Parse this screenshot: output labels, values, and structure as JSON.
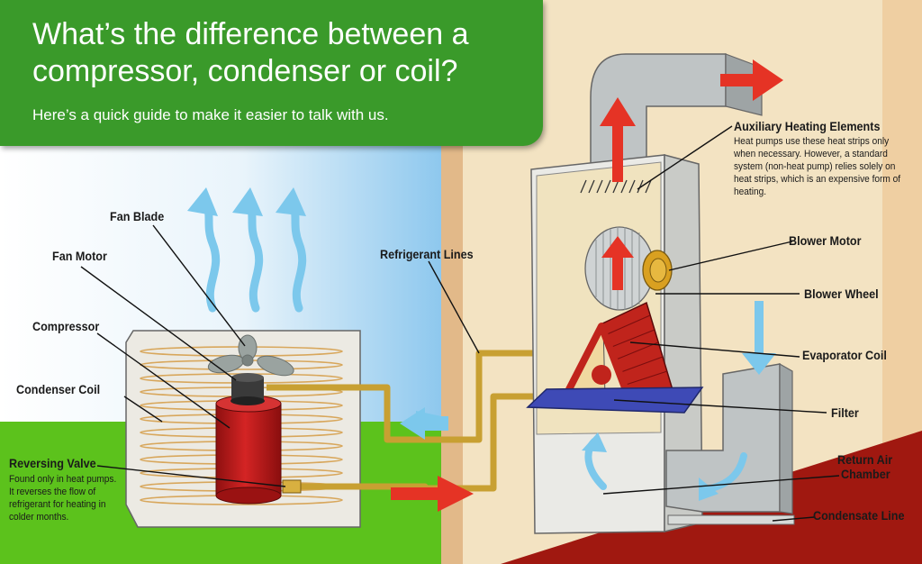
{
  "header": {
    "title": "What’s the difference between a compressor, condenser or coil?",
    "subtitle": "Here’s a quick guide to make it easier to talk with us."
  },
  "labels": {
    "fan_blade": "Fan Blade",
    "fan_motor": "Fan Motor",
    "compressor": "Compressor",
    "condenser_coil": "Condenser Coil",
    "reversing_valve": "Reversing Valve",
    "refrigerant_lines": "Refrigerant Lines",
    "auxiliary_heating": "Auxiliary Heating Elements",
    "blower_motor": "Blower Motor",
    "blower_wheel": "Blower Wheel",
    "evaporator_coil": "Evaporator Coil",
    "filter": "Filter",
    "return_air_line1": "Return Air",
    "return_air_line2": "Chamber",
    "condensate_line": "Condensate Line"
  },
  "notes": {
    "reversing_valve": "Found only in heat pumps. It reverses the flow of refrigerant for heating in colder months.",
    "auxiliary_heating": "Heat pumps use these heat strips only when necessary. However, a standard system (non-heat pump) relies solely on heat strips, which is an expensive form of heating."
  },
  "colors": {
    "banner_green": "#3a9a2a",
    "grass_green": "#5cc21c",
    "sky_blue": "#a6d4f0",
    "floor_red": "#a01810",
    "compressor_red": "#c01c1c",
    "refrigerant_gold": "#c8a032",
    "warm_arrow_red": "#e53325",
    "cool_arrow_blue": "#7cc8ec"
  }
}
